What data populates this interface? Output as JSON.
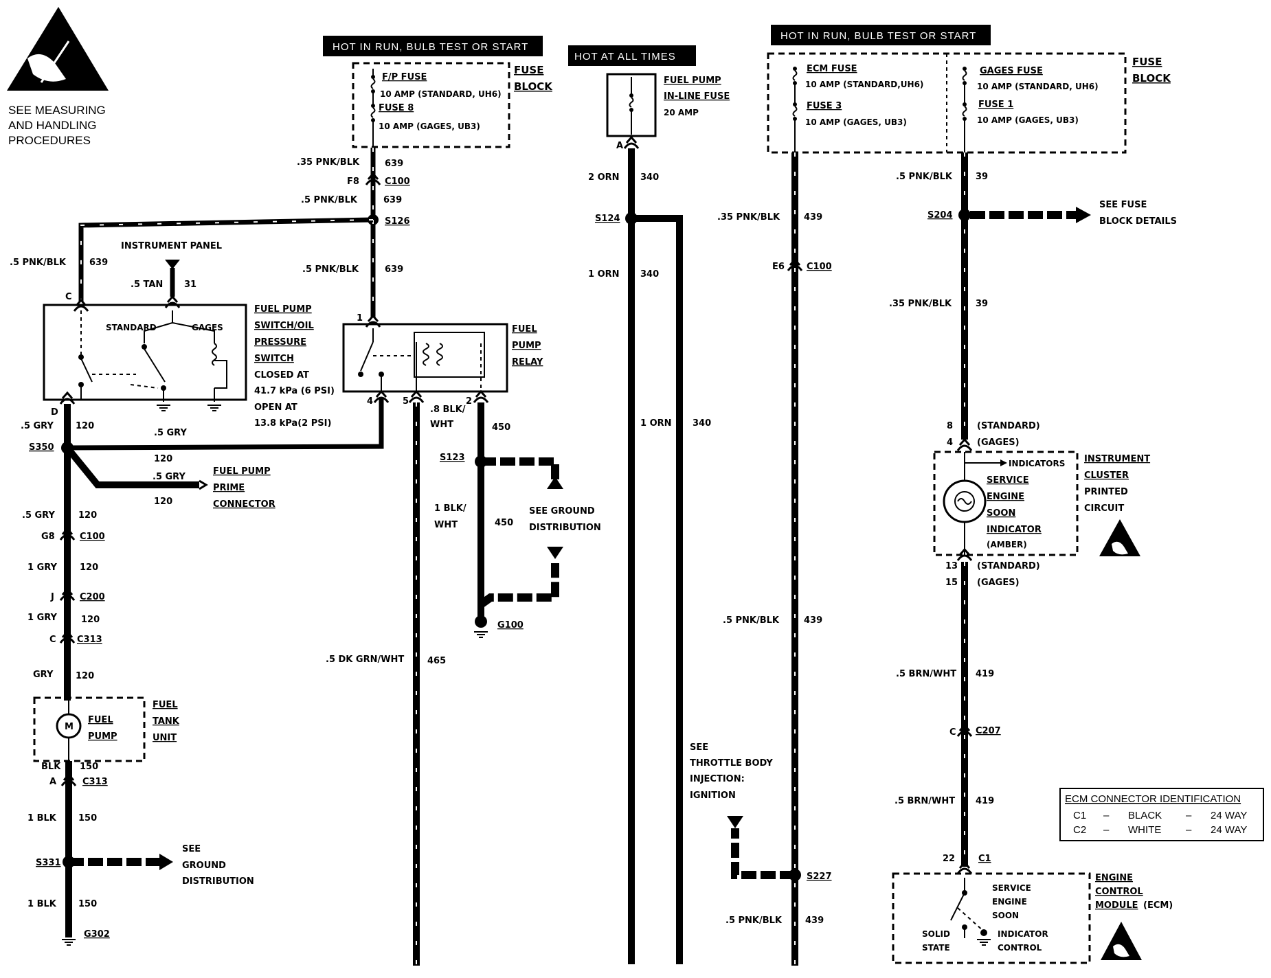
{
  "esd_warning": {
    "line1": "SEE MEASURING",
    "line2": "AND HANDLING",
    "line3": "PROCEDURES"
  },
  "banners": {
    "run_left": "HOT IN RUN, BULB TEST OR START",
    "always": "HOT AT ALL TIMES",
    "run_right": "HOT IN RUN, BULB TEST OR START"
  },
  "fuse_block_left": {
    "fuse_a": "F/P FUSE",
    "fuse_a_rating": "10 AMP (STANDARD, UH6)",
    "fuse_b": "FUSE 8",
    "fuse_b_rating": "10 AMP (GAGES, UB3)",
    "label1": "FUSE",
    "label2": "BLOCK"
  },
  "inline_fuse": {
    "label1": "FUEL PUMP",
    "label2": "IN-LINE FUSE",
    "rating": "20 AMP",
    "terminal": "A"
  },
  "fuse_block_right": {
    "ecm_fuse": "ECM FUSE",
    "ecm_rating": "10 AMP (STANDARD,UH6)",
    "fuse3": "FUSE 3",
    "fuse3_rating": "10 AMP (GAGES, UB3)",
    "gages_fuse": "GAGES FUSE",
    "gages_rating": "10 AMP (STANDARD, UH6)",
    "fuse1": "FUSE 1",
    "fuse1_rating": "10 AMP (GAGES, UB3)",
    "label1": "FUSE",
    "label2": "BLOCK"
  },
  "col1": {
    "w1_color": ".35 PNK/BLK",
    "w1_num": "639",
    "f8": "F8",
    "c100": "C100",
    "w2_color": ".5 PNK/BLK",
    "w2_num": "639",
    "s126": "S126",
    "w3_color": ".5 PNK/BLK",
    "w3_num": "639",
    "w4_color": ".5 PNK/BLK",
    "w4_num": "639",
    "instrument_panel": "INSTRUMENT PANEL",
    "tan_color": ".5 TAN",
    "tan_num": "31",
    "term_c": "C",
    "term_d": "D",
    "term_1": "1",
    "term_4": "4",
    "term_5": "5",
    "term_2": "2",
    "standard": "STANDARD",
    "gages": "GAGES",
    "switch_l1": "FUEL PUMP",
    "switch_l2": "SWITCH/OIL",
    "switch_l3": "PRESSURE",
    "switch_l4": "SWITCH",
    "closed_at": "CLOSED AT",
    "closed_val": "41.7 kPa (6 PSI)",
    "open_at": "OPEN AT",
    "open_val": "13.8 kPa(2 PSI)",
    "relay_l1": "FUEL",
    "relay_l2": "PUMP",
    "relay_l3": "RELAY",
    "gry1_color": ".5 GRY",
    "gry1_num": "120",
    "gry2_color": ".5 GRY",
    "gry2_num": "120",
    "s350": "S350",
    "gry3_color": ".5 GRY",
    "gry3_num": "120",
    "prime_l1": "FUEL PUMP",
    "prime_l2": "PRIME",
    "prime_l3": "CONNECTOR",
    "gry4_color": ".5 GRY",
    "gry4_num": "120",
    "g8": "G8",
    "c100b": "C100",
    "gry5_color": "1 GRY",
    "gry5_num": "120",
    "j": "J",
    "c200": "C200",
    "gry6_color": "1 GRY",
    "gry6_num": "120",
    "c_term": "C",
    "c313": "C313",
    "gry7_color": "GRY",
    "gry7_num": "120",
    "motor": "M",
    "fuel_pump_l1": "FUEL",
    "fuel_pump_l2": "PUMP",
    "tank_l1": "FUEL",
    "tank_l2": "TANK",
    "tank_l3": "UNIT",
    "blk1_color": "BLK",
    "blk1_num": "150",
    "a_term": "A",
    "c313b": "C313",
    "blk2_color": "1 BLK",
    "blk2_num": "150",
    "s331": "S331",
    "gnd_l1": "SEE",
    "gnd_l2": "GROUND",
    "gnd_l3": "DISTRIBUTION",
    "blk3_color": "1 BLK",
    "blk3_num": "150",
    "g302": "G302"
  },
  "relay_circuit": {
    "w_color1": ".8 BLK/",
    "w_color2": "WHT",
    "w_num": "450",
    "s123": "S123",
    "w2_color1": "1 BLK/",
    "w2_color2": "WHT",
    "w2_num": "450",
    "see_gnd1": "SEE GROUND",
    "see_gnd2": "DISTRIBUTION",
    "g100": "G100",
    "dkgrn_color": ".5 DK GRN/WHT",
    "dkgrn_num": "465"
  },
  "orn_circuit": {
    "w1_color": "2 ORN",
    "w1_num": "340",
    "s124": "S124",
    "w2_color": "1 ORN",
    "w2_num": "340",
    "w3_color": "1 ORN",
    "w3_num": "340"
  },
  "col439": {
    "w1_color": ".35 PNK/BLK",
    "w1_num": "439",
    "e6": "E6",
    "c100": "C100",
    "w2_color": ".5 PNK/BLK",
    "w2_num": "439",
    "see_l1": "SEE",
    "see_l2": "THROTTLE BODY",
    "see_l3": "INJECTION:",
    "see_l4": "IGNITION",
    "s227": "S227",
    "w3_color": ".5 PNK/BLK",
    "w3_num": "439"
  },
  "col39": {
    "w1_color": ".5 PNK/BLK",
    "w1_num": "39",
    "s204": "S204",
    "see_fuse1": "SEE FUSE",
    "see_fuse2": "BLOCK DETAILS",
    "w2_color": ".35 PNK/BLK",
    "w2_num": "39",
    "t8": "8",
    "t8_note": "(STANDARD)",
    "t4": "4",
    "t4_note": "(GAGES)",
    "indicators": "INDICATORS",
    "ind_l1": "SERVICE",
    "ind_l2": "ENGINE",
    "ind_l3": "SOON",
    "ind_l4": "INDICATOR",
    "ind_l5": "(AMBER)",
    "cluster_l1": "INSTRUMENT",
    "cluster_l2": "CLUSTER",
    "cluster_l3": "PRINTED",
    "cluster_l4": "CIRCUIT",
    "t13": "13",
    "t13_note": "(STANDARD)",
    "t15": "15",
    "t15_note": "(GAGES)",
    "w3_color": ".5 BRN/WHT",
    "w3_num": "419",
    "c_term": "C",
    "c207": "C207",
    "w4_color": ".5 BRN/WHT",
    "w4_num": "419",
    "t22": "22",
    "c1": "C1",
    "ecm_in1": "SERVICE",
    "ecm_in2": "ENGINE",
    "ecm_in3": "SOON",
    "solid1": "SOLID",
    "solid2": "STATE",
    "ctrl1": "INDICATOR",
    "ctrl2": "CONTROL",
    "ecm_l1": "ENGINE",
    "ecm_l2": "CONTROL",
    "ecm_l3": "MODULE",
    "ecm_l3b": "(ECM)"
  },
  "ecm_table": {
    "title": "ECM CONNECTOR IDENTIFICATION",
    "rows": [
      {
        "pin": "C1",
        "dash1": "–",
        "color": "BLACK",
        "dash2": "–",
        "way": "24 WAY"
      },
      {
        "pin": "C2",
        "dash1": "–",
        "color": "WHITE",
        "dash2": "–",
        "way": "24 WAY"
      }
    ]
  }
}
